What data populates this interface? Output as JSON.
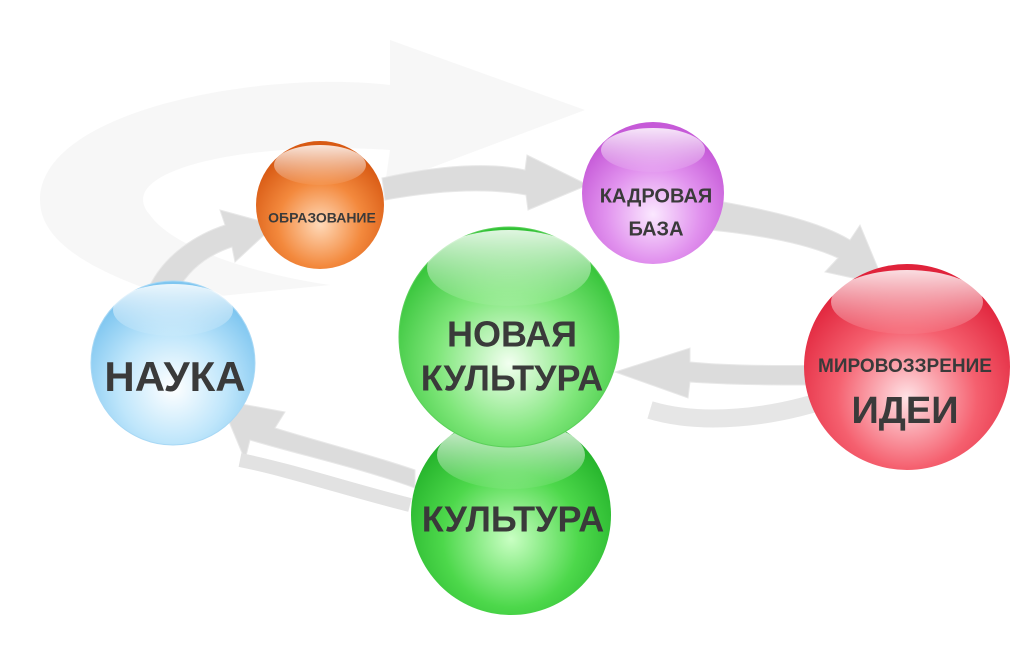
{
  "nodes": {
    "obrazovanie": {
      "label": "ОБРАЗОВАНИЕ",
      "color": "#f07a2e"
    },
    "kadrovaya": {
      "line1": "КАДРОВАЯ",
      "line2": "БАЗА",
      "color": "#d873e8"
    },
    "mirovozzrenie": {
      "line1": "МИРОВОЗЗРЕНИЕ",
      "line2": "ИДЕИ",
      "color": "#ee3b50"
    },
    "novaya": {
      "line1": "НОВАЯ",
      "line2": "КУЛЬТУРА",
      "color": "#47d34a"
    },
    "kultura": {
      "label": "КУЛЬТУРА",
      "color": "#2fc638"
    },
    "nauka": {
      "label": "НАУКА",
      "color": "#8fd0f5"
    }
  },
  "colors": {
    "arrow": "#dcdcdc",
    "label_text": "#3a3a3a"
  }
}
